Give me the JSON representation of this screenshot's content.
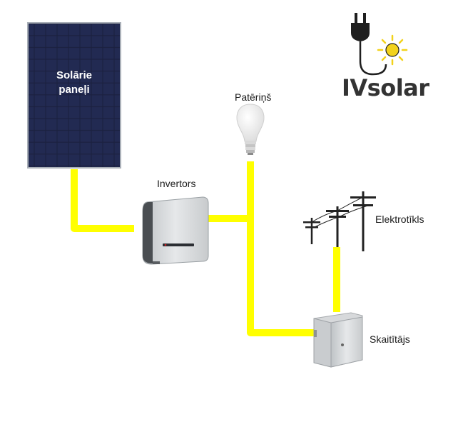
{
  "labels": {
    "panels_line1": "Solārie",
    "panels_line2": "paneļi",
    "inverter": "Invertors",
    "consumption": "Patēriņš",
    "grid": "Elektrotīkls",
    "meter": "Skaitītājs"
  },
  "brand": {
    "name": "IVsolar"
  },
  "colors": {
    "wire": "#ffff00",
    "panel": "#1b2140",
    "brand_text": "#333333",
    "sun": "#f2d21c"
  },
  "icons": [
    "plug-icon",
    "sun-icon",
    "bulb-icon"
  ]
}
